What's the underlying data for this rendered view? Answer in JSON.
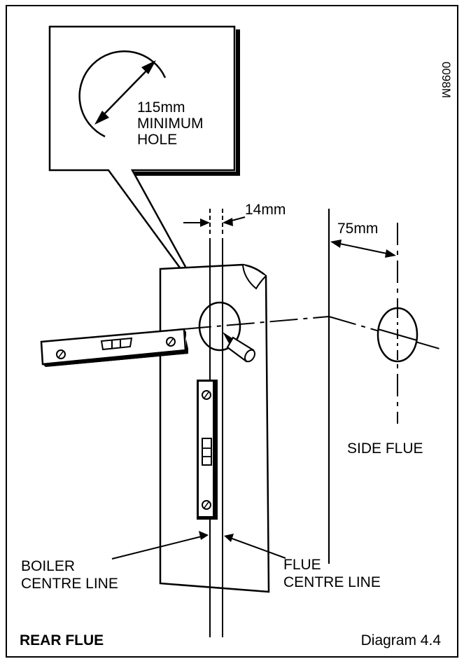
{
  "diagram": {
    "code": "0098M",
    "callout": {
      "line1": "115mm",
      "line2": "MINIMUM",
      "line3": "HOLE"
    },
    "dim_offset": "14mm",
    "dim_side": "75mm",
    "side_flue": "SIDE FLUE",
    "boiler_centre": {
      "line1": "BOILER",
      "line2": "CENTRE LINE"
    },
    "flue_centre": {
      "line1": "FLUE",
      "line2": "CENTRE LINE"
    },
    "title": "REAR FLUE",
    "diagram_number": "Diagram 4.4"
  }
}
